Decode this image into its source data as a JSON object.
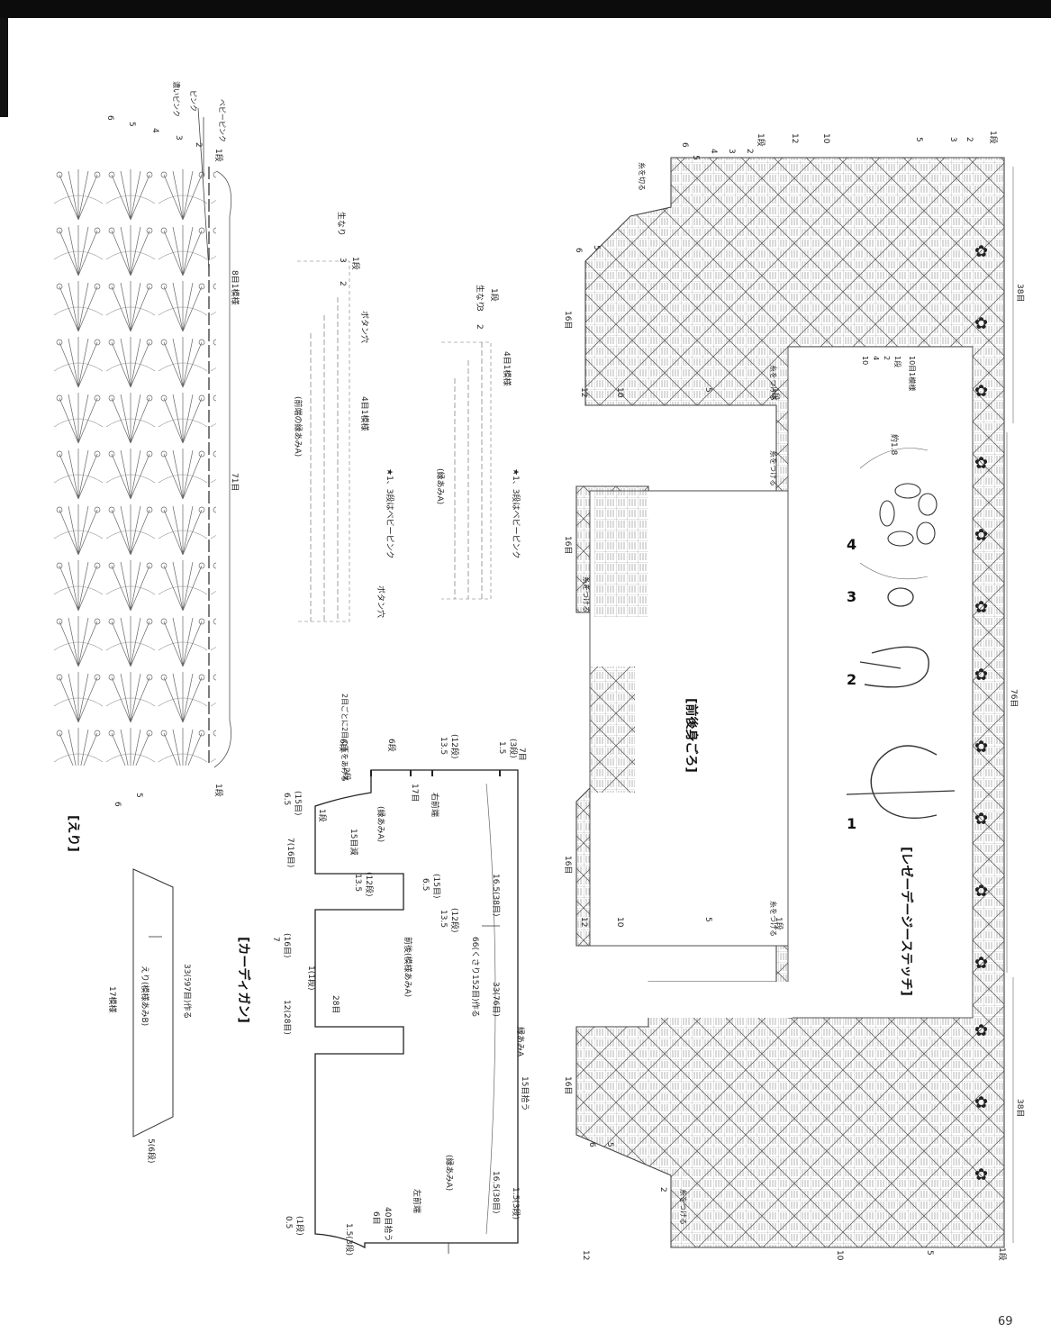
{
  "page": {
    "number": "69"
  },
  "titles": {
    "eri": "[えり]",
    "cardigan": "[カーディガン]",
    "body": "[前後身ごろ]",
    "lazy_daisy": "[レゼーデージーステッチ]"
  },
  "collar_chart": {
    "side_labels": [
      "6",
      "5",
      "4",
      "3",
      "2",
      "1段"
    ],
    "color_labels": [
      "濃いピンク",
      "ピンク",
      "ベビーピンク"
    ],
    "count_labels": [
      "8目1模様",
      "71目"
    ],
    "bottom_labels": [
      "1段",
      "5",
      "6"
    ]
  },
  "collar_piece": {
    "label": "えり(模様あみB)",
    "length": "33(ﾗ97目)作る",
    "height": "17模様",
    "edge": "5(6段)"
  },
  "button_band": {
    "title": "(前端の縁あみA)",
    "rows": [
      "3",
      "2",
      "1段"
    ],
    "colors": [
      "生なり"
    ],
    "note": "★1、3段はベビーピンク",
    "button_hole": "ボタン穴",
    "repeat": "4目1模様"
  },
  "edging_a": {
    "title": "(縁あみA)",
    "rows": [
      "3",
      "2",
      "1段"
    ],
    "colors": [
      "生なり"
    ],
    "note": "★1、3段はベビーピンク",
    "repeat": "4目1模様"
  },
  "cardigan_schematic": {
    "dims": [
      "6段",
      "6段",
      "13.5",
      "(12段)",
      "1.5",
      "(3段)",
      "7目",
      "2段",
      "17目",
      "6.5",
      "(15目)",
      "7(16目)",
      "1段",
      "15目減",
      "13.5",
      "(12段)",
      "6.5",
      "(15目)",
      "13.5",
      "(12段)",
      "16.5(38目)",
      "66(くさり152目)作る",
      "33(76目)",
      "7",
      "(16目)",
      "12(28目)",
      "1(1段)",
      "28目",
      "15目拾う",
      "16.5(38目)",
      "1.5(3段)",
      "40目拾う",
      "0.5",
      "(1段)",
      "1.5(3段)",
      "6目"
    ],
    "labels": [
      "右前端",
      "(縁あみA)",
      "(縁あみA)",
      "前後(模様あみA)",
      "左前端",
      "縁あみA",
      "2目ごとに2目の玉をあける"
    ]
  },
  "body_chart": {
    "top_rows": [
      "6",
      "5",
      "4",
      "3",
      "2",
      "1段",
      "12",
      "10",
      "5",
      "3",
      "2",
      "1段"
    ],
    "left_rows": [
      "6",
      "5",
      "12",
      "10",
      "5",
      "1段",
      "12",
      "10",
      "5",
      "1段",
      "12",
      "10",
      "5",
      "6",
      "5",
      "2",
      "1段"
    ],
    "counts": [
      "16目",
      "16目",
      "16目",
      "16目",
      "38目",
      "76目",
      "38目"
    ],
    "notes": [
      "糸を切る",
      "糸をつける",
      "糸をつける",
      "糸をつける",
      "糸をつける",
      "糸をつける"
    ],
    "repeat_note": "10目1模様",
    "pattern_rows": [
      "10",
      "4",
      "2",
      "1段"
    ]
  },
  "stitch_steps": {
    "steps": [
      "1",
      "2",
      "3",
      "4"
    ],
    "size": "約1.8"
  }
}
